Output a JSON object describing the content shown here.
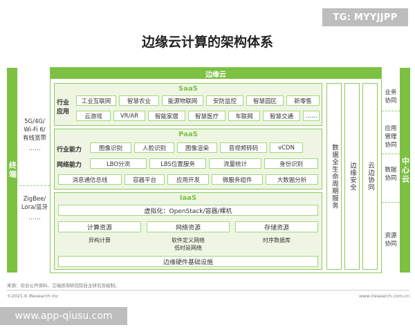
{
  "watermark_top": "TG: MYYJJPP",
  "watermark_bottom": "www.app-qiusu.com",
  "title": "边缘云计算的架构体系",
  "left_bar": "终端",
  "right_bar": "中心云",
  "left_side": {
    "group1": "5G/4G/\nWi-Fi 6/\n有线宽带",
    "group2": "ZigBee/\nLora/蓝牙",
    "dots": "……"
  },
  "right_side": {
    "items": [
      "业务\n协同",
      "应用\n管理\n协同",
      "数据\n协同",
      "资源\n协同"
    ]
  },
  "main_header": "边缘云",
  "saas": {
    "head": "SaaS",
    "label": "行业\n应用",
    "row1": [
      "工业互联网",
      "智慧农业",
      "能源物联网",
      "安防监控",
      "智慧园区",
      "新零售"
    ],
    "row2": [
      "云游戏",
      "VR/AR",
      "智能家居",
      "智慧医疗",
      "车联网",
      "智慧交通",
      "……"
    ]
  },
  "paas": {
    "head": "PaaS",
    "label1": "行业能力",
    "label2": "网络能力",
    "row1": [
      "图像识别",
      "人脸识别",
      "图像渲染",
      "音视频转码",
      "vCDN"
    ],
    "row2": [
      "LBO分流",
      "LBS位置服务",
      "流量统计",
      "身份识别"
    ],
    "row3": [
      "消息通信总线",
      "容器平台",
      "应用开发",
      "微服务组件",
      "大数据分析"
    ]
  },
  "iaas": {
    "head": "IaaS",
    "virtualization": "虚拟化：OpenStack/容器/裸机",
    "resources": [
      "计算资源",
      "网络资源",
      "存储资源"
    ],
    "sub_compute": "异构计算",
    "sub_network": "软件定义网络\n低时延网络",
    "sub_storage": "时序数据库",
    "hardware": "边缘硬件基础设施"
  },
  "columns": [
    "数据全生命周期服务",
    "边缘安全",
    "云边协同"
  ],
  "source": "来源：综合公开资料、艾瑞咨询研究院自主研究及绘制。",
  "copyright": "©2021.6 iResearch Inc",
  "site": "www.iresearch.com.cn"
}
